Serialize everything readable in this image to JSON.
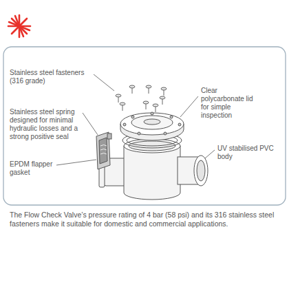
{
  "diagram": {
    "caption": "The Flow Check Valve’s pressure rating of 4 bar (58 psi) and its 316 stainless steel fasteners make it suitable for domestic and commercial applications.",
    "labels": [
      "Stainless steel fasteners (316 grade)",
      "Clear polycarbonate lid for simple inspection",
      "Stainless steel spring designed for minimal hydraulic losses and a strong positive seal",
      "UV stabilised PVC body",
      "EPDM flapper gasket"
    ]
  }
}
